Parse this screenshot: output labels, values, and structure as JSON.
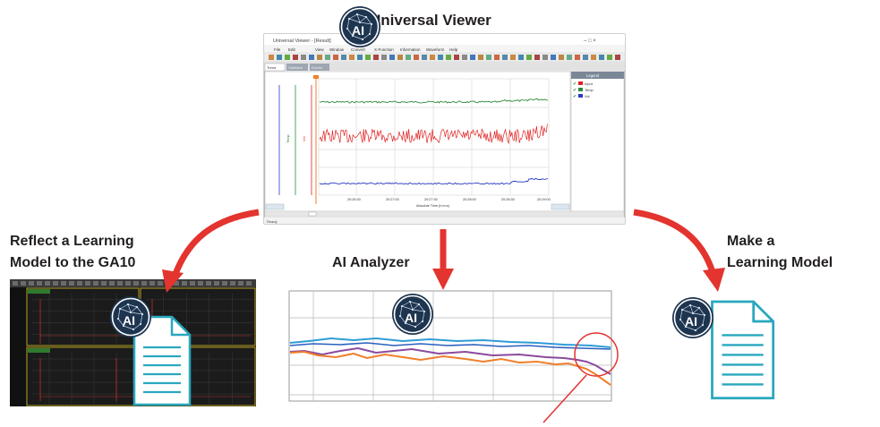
{
  "labels": {
    "viewer_title": "Universal Viewer",
    "reflect_line1": "Reflect a Learning",
    "reflect_line2": "Model to the GA10",
    "analyzer_title": "AI Analyzer",
    "make_line1": "Make a",
    "make_line2": "Learning Model"
  },
  "ai_badge": {
    "text": "AI",
    "color": "#1e3550"
  },
  "viewer_window": {
    "title_text": "Universal Viewer - [Result]",
    "menu": [
      "File",
      "Edit",
      "View",
      "Window",
      "Convert",
      "X-Function",
      "Information",
      "Waveform",
      "Help"
    ],
    "tabs": [
      "Trend",
      "Statistics",
      "Events"
    ],
    "axis_labels": [
      "Temp",
      "Vol"
    ],
    "time_ticks": [
      "20:26:30",
      "20:27:00",
      "20:27:30",
      "20:28:00",
      "20:28:30",
      "20:29:00"
    ],
    "xlabel": "Absolute Time (h:m:s)",
    "legend_title": "Legend",
    "legend_items": [
      "Input",
      "Temp",
      "Vol"
    ],
    "status": "Ready"
  },
  "colors": {
    "arrow": "#e3342f",
    "doc_outline": "#29a7be",
    "series_green": "#2e8b3c",
    "series_red": "#e02020",
    "series_blue": "#2a3bbf",
    "series_teal": "#2f9cd6",
    "series_purple": "#8b4a9e",
    "series_orange": "#f07f2a"
  }
}
